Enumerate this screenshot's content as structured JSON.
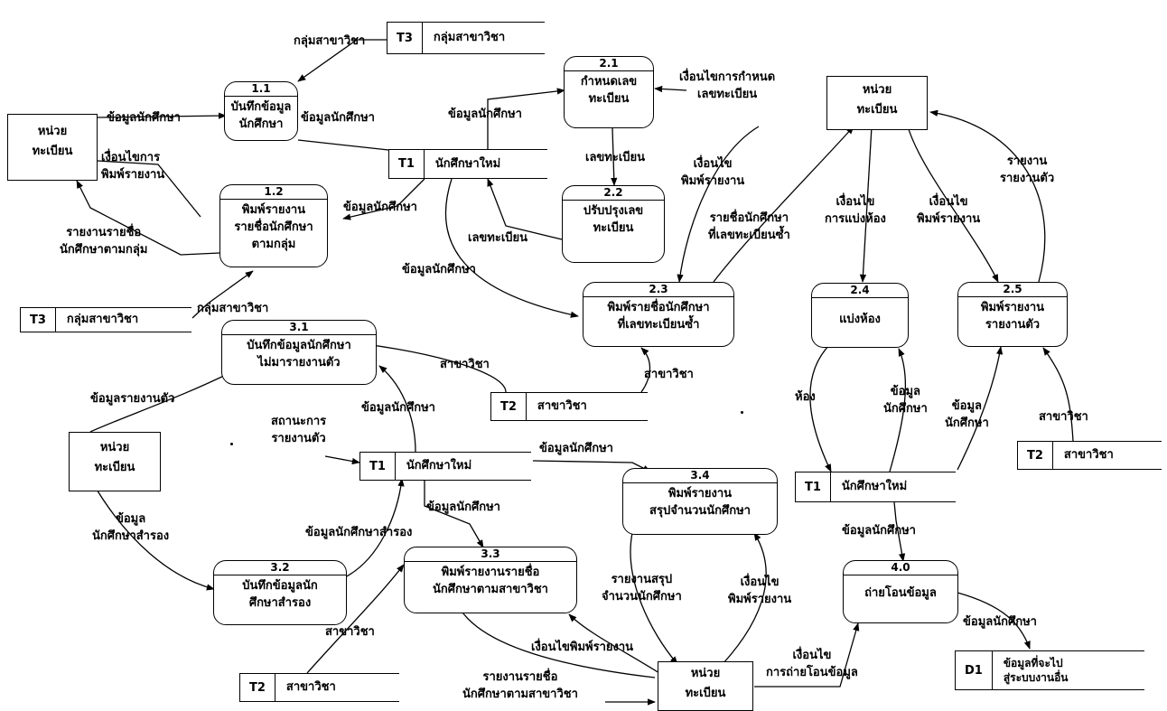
{
  "processes": {
    "p1_1": {
      "id": "1.1",
      "name": "บันทึกข้อมูล\nนักศึกษา"
    },
    "p1_2": {
      "id": "1.2",
      "name": "พิมพ์รายงาน\nรายชื่อนักศึกษา\nตามกลุ่ม"
    },
    "p2_1": {
      "id": "2.1",
      "name": "กำหนดเลข\nทะเบียน"
    },
    "p2_2": {
      "id": "2.2",
      "name": "ปรับปรุงเลข\nทะเบียน"
    },
    "p2_3": {
      "id": "2.3",
      "name": "พิมพ์รายชื่อนักศึกษา\nที่เลขทะเบียนซ้ำ"
    },
    "p2_4": {
      "id": "2.4",
      "name": "แบ่งห้อง"
    },
    "p2_5": {
      "id": "2.5",
      "name": "พิมพ์รายงาน\nรายงานตัว"
    },
    "p3_1": {
      "id": "3.1",
      "name": "บันทึกข้อมูลนักศึกษา\nไม่มารายงานตัว"
    },
    "p3_2": {
      "id": "3.2",
      "name": "บันทึกข้อมูลนัก\nศึกษาสำรอง"
    },
    "p3_3": {
      "id": "3.3",
      "name": "พิมพ์รายงานรายชื่อ\nนักศึกษาตามสาขาวิชา"
    },
    "p3_4": {
      "id": "3.4",
      "name": "พิมพ์รายงาน\nสรุปจำนวนนักศึกษา"
    },
    "p4_0": {
      "id": "4.0",
      "name": "ถ่ายโอนข้อมูล"
    }
  },
  "entities": {
    "reg_left_top": "หน่วย\nทะเบียน",
    "reg_right_top": "หน่วย\nทะเบียน",
    "reg_left_mid": "หน่วย\nทะเบียน",
    "reg_bottom": "หน่วย\nทะเบียน"
  },
  "stores": {
    "t3_top": {
      "id": "T3",
      "name": "กลุ่มสาขาวิชา"
    },
    "t1_top": {
      "id": "T1",
      "name": "นักศึกษาใหม่"
    },
    "t3_left": {
      "id": "T3",
      "name": "กลุ่มสาขาวิชา"
    },
    "t2_mid": {
      "id": "T2",
      "name": "สาขาวิชา"
    },
    "t1_mid": {
      "id": "T1",
      "name": "นักศึกษาใหม่"
    },
    "t2_bottom": {
      "id": "T2",
      "name": "สาขาวิชา"
    },
    "t1_right": {
      "id": "T1",
      "name": "นักศึกษาใหม่"
    },
    "t2_right": {
      "id": "T2",
      "name": "สาขาวิชา"
    },
    "d1": {
      "id": "D1",
      "name": "ข้อมูลที่จะไป\nสู่ระบบงานอื่น"
    }
  },
  "flows": {
    "f1": "กลุ่มสาขาวิชา",
    "f2": "ข้อมูลนักศึกษา",
    "f3": "ข้อมูลนักศึกษา",
    "f4": "ข้อมูลนักศึกษา",
    "f5": "เงื่อนไขการกำหนด\nเลขทะเบียน",
    "f6": "เงื่อนไขการ\nพิมพ์รายงาน",
    "f7": "ข้อมูลนักศึกษา",
    "f8": "เลขทะเบียน",
    "f9": "เลขทะเบียน",
    "f10": "เงื่อนไข\nพิมพ์รายงาน",
    "f11": "รายงานรายชื่อ\nนักศึกษาตามกลุ่ม",
    "f12": "รายชื่อนักศึกษา\nที่เลขทะเบียนซ้ำ",
    "f13": "เงื่อนไข\nการแบ่งห้อง",
    "f14": "เงื่อนไข\nพิมพ์รายงาน",
    "f15": "รายงาน\nรายงานตัว",
    "f16": "ข้อมูลนักศึกษา",
    "f17": "กลุ่มสาขาวิชา",
    "f18": "สาขาวิชา",
    "f19": "สาขาวิชา",
    "f20": "ข้อมูลรายงานตัว",
    "f21": "ข้อมูลนักศึกษา",
    "f22": "สถานะการ\nรายงานตัว",
    "f23": "ห้อง",
    "f24": "ข้อมูล\nนักศึกษา",
    "f25": "ข้อมูล\nนักศึกษา",
    "f26": "สาขาวิชา",
    "f27": "ข้อมูลนักศึกษา",
    "f28": "ข้อมูล\nนักศึกษาสำรอง",
    "f29": "ข้อมูลนักศึกษาสำรอง",
    "f30": "ข้อมูลนักศึกษา",
    "f31": "ข้อมูลนักศึกษา",
    "f32": "รายงานสรุป\nจำนวนนักศึกษา",
    "f33": "เงื่อนไข\nพิมพ์รายงาน",
    "f34": "สาขาวิชา",
    "f35": "เงื่อนไขพิมพ์รายงาน",
    "f36": "รายงานรายชื่อ\nนักศึกษาตามสาขาวิชา",
    "f37": "เงื่อนไข\nการถ่ายโอนข้อมูล",
    "f38": "ข้อมูลนักศึกษา"
  }
}
